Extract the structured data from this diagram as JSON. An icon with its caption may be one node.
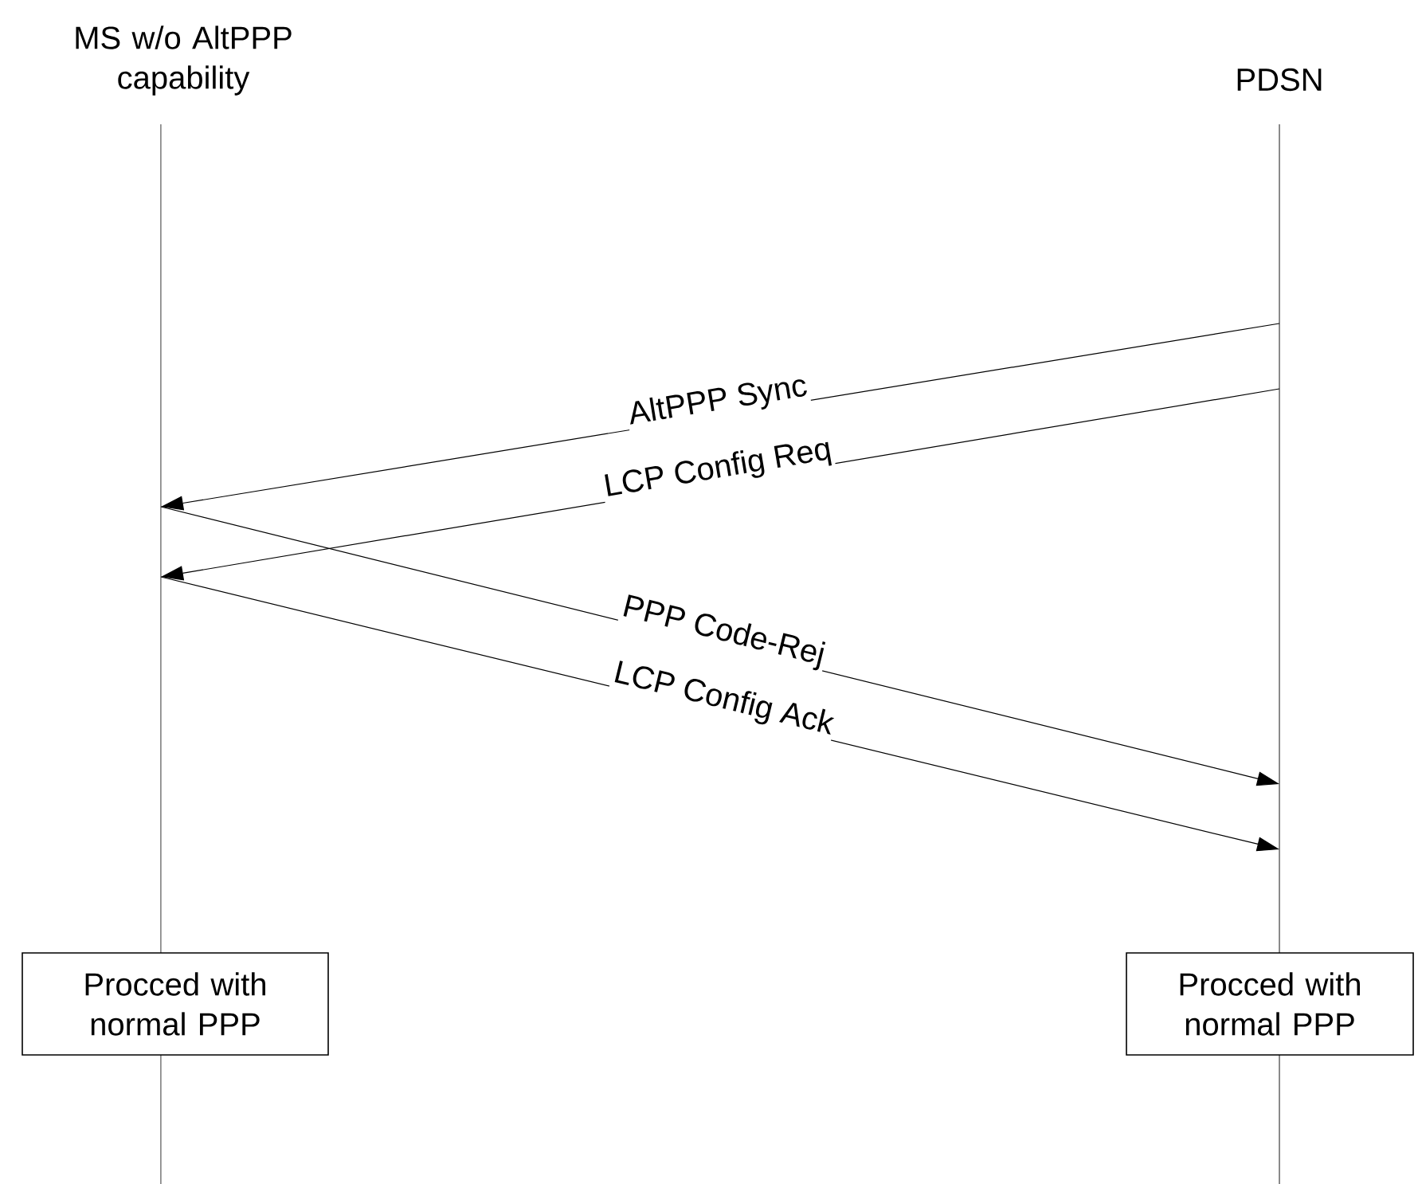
{
  "diagram": {
    "nodes": [
      {
        "text": [
          "MS w/o AltPPP capability"
        ]
      },
      {
        "text": [
          "PDSN"
        ]
      },
      {
        "text": [],
        "shape": "line"
      },
      {
        "text": [],
        "shape": "line"
      },
      {
        "text": [
          "Procced with normal PPP"
        ]
      },
      {
        "text": [
          "Procced with normal PPP"
        ]
      }
    ],
    "edges": [
      {
        "from": 3,
        "to": 2,
        "arrow": "to",
        "label": "AltPPP Sync"
      },
      {
        "from": 3,
        "to": 2,
        "arrow": "to",
        "label": "LCP Config Req"
      },
      {
        "from": 2,
        "to": 3,
        "arrow": "to",
        "label": "PPP Code-Rej"
      },
      {
        "from": 2,
        "to": 3,
        "arrow": "to",
        "label": "LCP Config Ack"
      }
    ]
  }
}
